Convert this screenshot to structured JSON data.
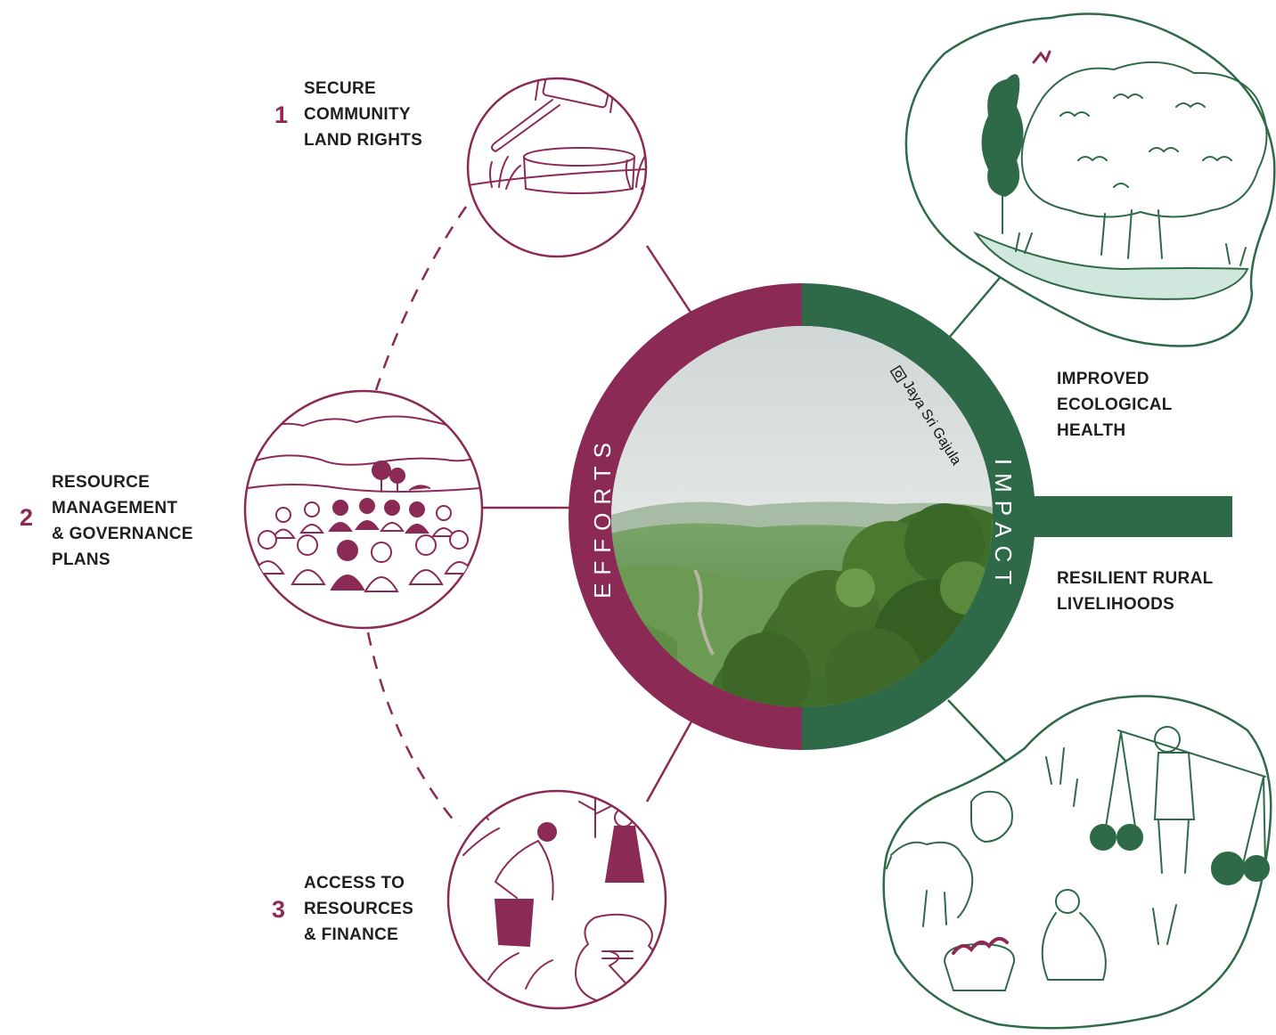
{
  "colors": {
    "effort": "#8b2a55",
    "impact": "#2f6a48",
    "sketch_effort": "#8b2a55",
    "sketch_impact": "#2f6a48",
    "water": "#cfe7dc",
    "text": "#1f1f1f"
  },
  "ring": {
    "left_label": "EFFORTS",
    "right_label": "IMPACT",
    "photo_credit": "Jaya Sri Gajula",
    "photo_credit_icon": "camera-icon"
  },
  "efforts": [
    {
      "number": "1",
      "lines": [
        "SECURE",
        "COMMUNITY",
        "LAND RIGHTS"
      ],
      "illustration": "gavel-icon"
    },
    {
      "number": "2",
      "lines": [
        "RESOURCE",
        "MANAGEMENT",
        "& GOVERNANCE",
        "PLANS"
      ],
      "illustration": "community-meeting-icon"
    },
    {
      "number": "3",
      "lines": [
        "ACCESS TO",
        "RESOURCES",
        "& FINANCE"
      ],
      "illustration": "rupee-pot-icon"
    }
  ],
  "impacts": [
    {
      "lines": [
        "IMPROVED",
        "ECOLOGICAL",
        "HEALTH"
      ],
      "illustration": "forest-river-icon"
    },
    {
      "lines": [
        "RESILIENT RURAL",
        "LIVELIHOODS"
      ],
      "illustration": "rural-livelihood-icon"
    }
  ]
}
